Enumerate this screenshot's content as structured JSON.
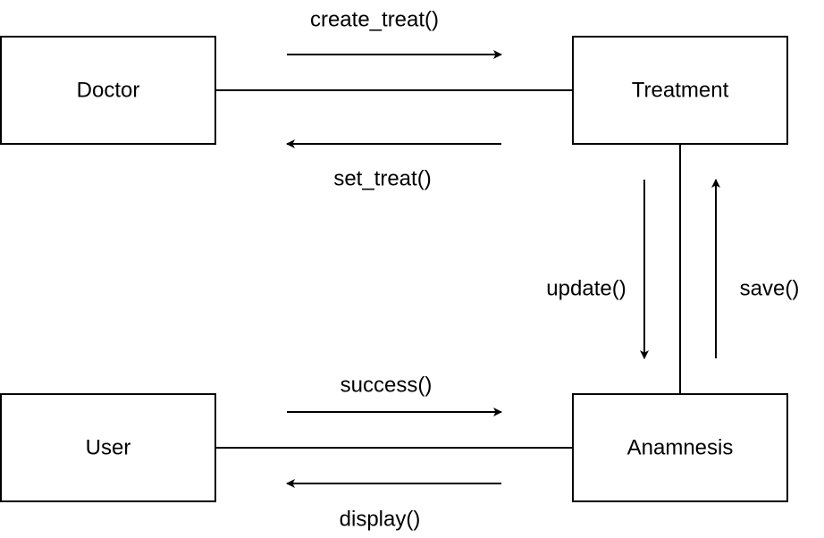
{
  "nodes": {
    "doctor": {
      "label": "Doctor"
    },
    "treatment": {
      "label": "Treatment"
    },
    "user": {
      "label": "User"
    },
    "anamnesis": {
      "label": "Anamnesis"
    }
  },
  "messages": {
    "create_treat": {
      "label": "create_treat()",
      "from": "Doctor",
      "to": "Treatment"
    },
    "set_treat": {
      "label": "set_treat()",
      "from": "Treatment",
      "to": "Doctor"
    },
    "update": {
      "label": "update()",
      "from": "Treatment",
      "to": "Anamnesis"
    },
    "save": {
      "label": "save()",
      "from": "Anamnesis",
      "to": "Treatment"
    },
    "success": {
      "label": "success()",
      "from": "User",
      "to": "Anamnesis"
    },
    "display": {
      "label": "display()",
      "from": "Anamnesis",
      "to": "User"
    }
  },
  "colors": {
    "stroke": "#000000",
    "background": "#ffffff"
  }
}
